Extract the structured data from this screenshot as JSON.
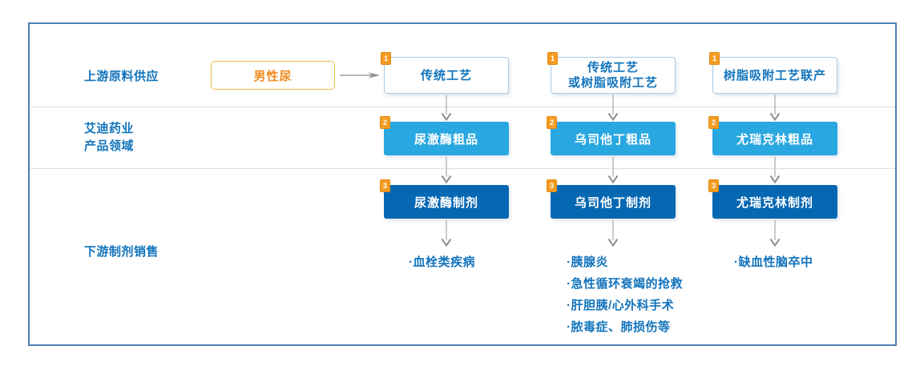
{
  "rows": {
    "row1_label": "上游原料供应",
    "row2_label": "艾迪药业\n产品领域",
    "row3_label": "下游制剂销售"
  },
  "source": {
    "label": "男性尿"
  },
  "badges": {
    "step1": "1",
    "step2": "2",
    "step3": "3"
  },
  "columns": [
    {
      "process": "传统工艺",
      "crude": "尿激酶粗品",
      "formulation": "尿激酶制剂",
      "indications": [
        "·血栓类疾病"
      ]
    },
    {
      "process": "传统工艺\n或树脂吸附工艺",
      "crude": "乌司他丁粗品",
      "formulation": "乌司他丁制剂",
      "indications": [
        "·胰腺炎",
        "·急性循环衰竭的抢救",
        "·肝胆胰/心外科手术",
        "·脓毒症、肺损伤等"
      ]
    },
    {
      "process": "树脂吸附工艺联产",
      "crude": "尤瑞克林粗品",
      "formulation": "尤瑞克林制剂",
      "indications": [
        "·缺血性脑卒中"
      ]
    }
  ],
  "palette": {
    "frame_border": "#4e80b5",
    "label_blue": "#1274bc",
    "process_border": "#a9c9e4",
    "crude_bg": "#29a7e0",
    "formulation_bg": "#0667b2",
    "badge_orange": "#f59c23",
    "source_border": "#eebb4d",
    "source_text": "#f08c1e",
    "arrow_gray": "#9b9b9b",
    "divider_gray": "#dedede"
  }
}
